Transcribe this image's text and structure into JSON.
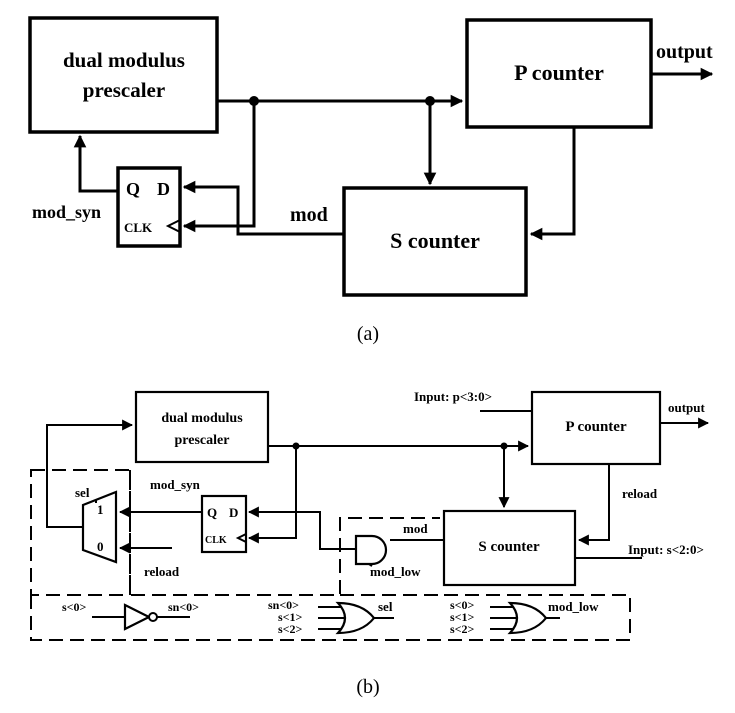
{
  "diagram_a": {
    "prescaler_line1": "dual modulus",
    "prescaler_line2": "prescaler",
    "p_counter": "P counter",
    "s_counter": "S counter",
    "output": "output",
    "mod": "mod",
    "mod_syn": "mod_syn",
    "ff_q": "Q",
    "ff_d": "D",
    "ff_clk": "CLK",
    "caption": "(a)"
  },
  "diagram_b": {
    "prescaler_line1": "dual modulus",
    "prescaler_line2": "prescaler",
    "p_counter": "P counter",
    "s_counter": "S counter",
    "output": "output",
    "input_p": "Input: p<3:0>",
    "input_s": "Input: s<2:0>",
    "reload_p": "reload",
    "reload_mux": "reload",
    "mod_syn": "mod_syn",
    "mod": "mod",
    "mod_low": "mod_low",
    "sel": "sel",
    "mux_1": "1",
    "mux_0": "0",
    "ff_q": "Q",
    "ff_d": "D",
    "ff_clk": "CLK",
    "inv_in": "s<0>",
    "inv_out": "sn<0>",
    "or1_in0": "sn<0>",
    "or1_in1": "s<1>",
    "or1_in2": "s<2>",
    "or1_out": "sel",
    "or2_in0": "s<0>",
    "or2_in1": "s<1>",
    "or2_in2": "s<2>",
    "or2_out": "mod_low",
    "caption": "(b)"
  }
}
